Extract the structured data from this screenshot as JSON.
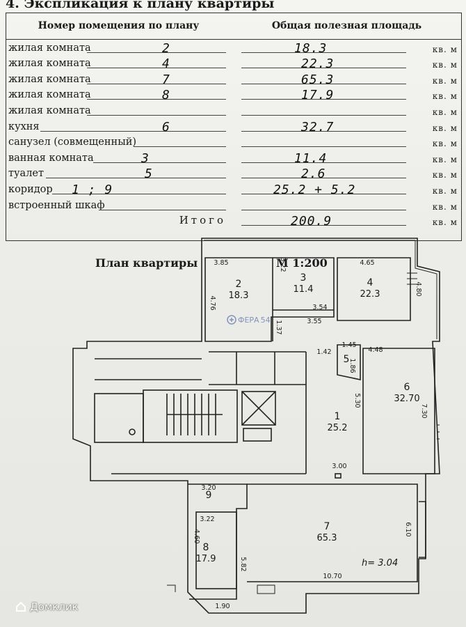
{
  "document": {
    "title": "4. Экспликация к плану квартиры",
    "table": {
      "headers": [
        "Номер помещения по плану",
        "Общая полезная площадь"
      ],
      "unit": "кв. м",
      "rows": [
        {
          "name": "жилая комната",
          "number": "2",
          "area": "18.3"
        },
        {
          "name": "жилая комната",
          "number": "4",
          "area": "22.3"
        },
        {
          "name": "жилая комната",
          "number": "7",
          "area": "65.3"
        },
        {
          "name": "жилая комната",
          "number": "8",
          "area": "17.9"
        },
        {
          "name": "жилая комната",
          "number": "",
          "area": ""
        },
        {
          "name": "кухня",
          "number": "6",
          "area": "32.7"
        },
        {
          "name": "санузел (совмещенный)",
          "number": "",
          "area": ""
        },
        {
          "name": "ванная комната",
          "number": "3",
          "area": "11.4"
        },
        {
          "name": "туалет",
          "number": "5",
          "area": "2.6"
        },
        {
          "name": "коридор",
          "number": "1 ; 9",
          "area": "25.2 + 5.2"
        },
        {
          "name": "встроенный шкаф",
          "number": "",
          "area": ""
        }
      ],
      "total_label": "Итого",
      "total_area": "200.9"
    }
  },
  "plan": {
    "title": "План квартиры",
    "scale": "М 1:200",
    "height_note": "h= 3.04",
    "rooms": [
      {
        "id": "2",
        "area": "18.3"
      },
      {
        "id": "3",
        "area": "11.4"
      },
      {
        "id": "4",
        "area": "22.3"
      },
      {
        "id": "5",
        "area": ""
      },
      {
        "id": "1",
        "area": "25.2"
      },
      {
        "id": "6",
        "area": "32.70"
      },
      {
        "id": "9",
        "area": ""
      },
      {
        "id": "8",
        "area": "17.9"
      },
      {
        "id": "7",
        "area": "65.3"
      }
    ],
    "dimensions": [
      "3.85",
      "3.22",
      "4.65",
      "4.76",
      "4.80",
      "3.54",
      "3.55",
      "1.37",
      "1.45",
      "1.42",
      "1.86",
      "4.48",
      "5.30",
      "7.30",
      "3.00",
      "3.20",
      "3.22",
      "4.60",
      "5.82",
      "6.10",
      "10.70",
      "1.90"
    ]
  },
  "overlays": {
    "watermark_brand": "Домклик",
    "watermark_sfera": "ФЕРА",
    "watermark_sfera_num": "54"
  }
}
